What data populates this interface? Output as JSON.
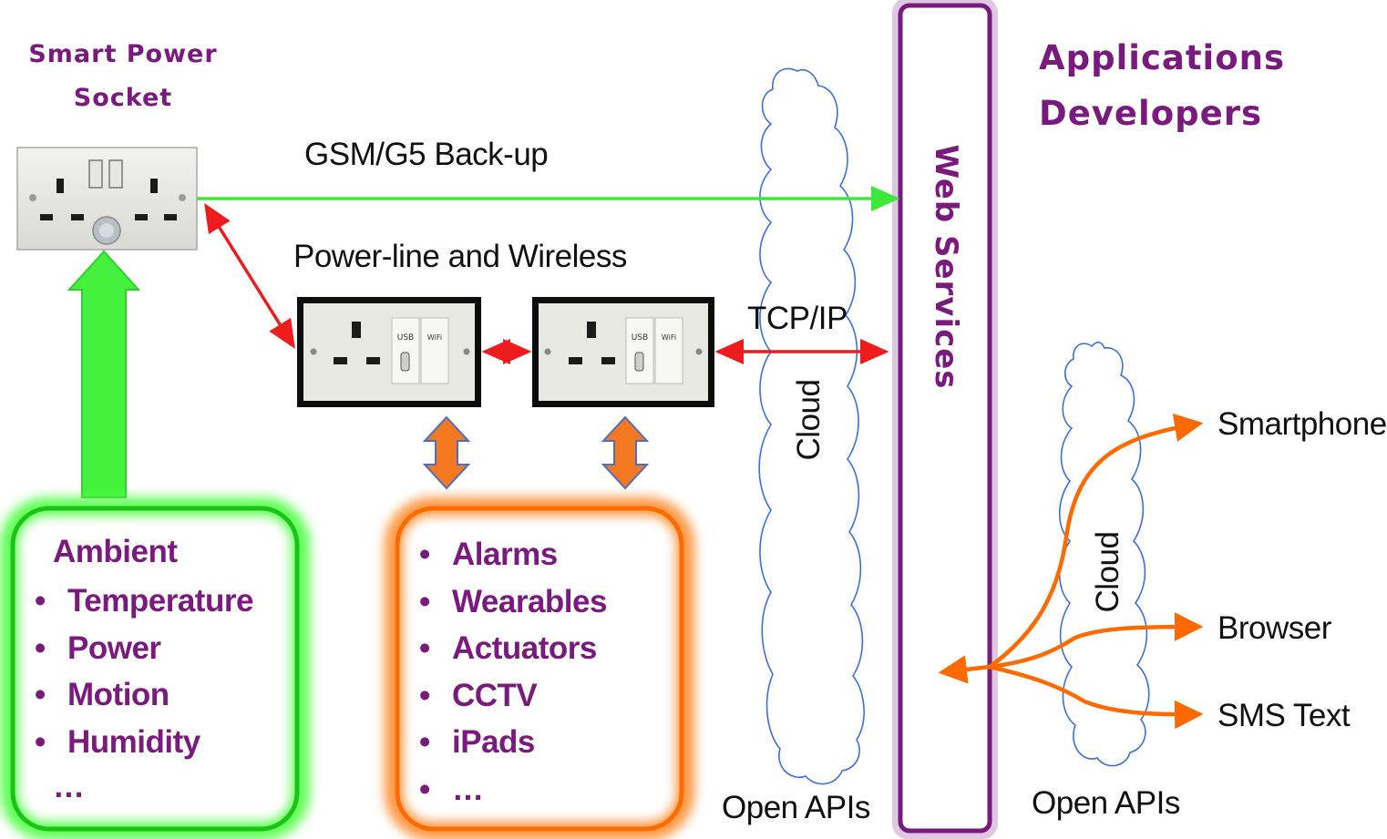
{
  "labels": {
    "smart_socket_line1": "Smart Power",
    "smart_socket_line2": "Socket",
    "app_dev_line1": "Applications",
    "app_dev_line2": "Developers",
    "gsm_backup": "GSM/G5 Back-up",
    "powerline": "Power-line and Wireless",
    "tcpip": "TCP/IP",
    "web_services": "Web Services",
    "cloud_left": "Cloud",
    "cloud_right": "Cloud",
    "open_apis_left": "Open APIs",
    "open_apis_right": "Open APIs",
    "smartphone": "Smartphone",
    "browser": "Browser",
    "sms": "SMS Text"
  },
  "socket_plate": {
    "usb": "USB",
    "wifi": "WiFi"
  },
  "sensors": {
    "heading": "Ambient",
    "items": [
      "Temperature",
      "Power",
      "Motion",
      "Humidity"
    ],
    "ellipsis": "…"
  },
  "devices": {
    "items": [
      "Alarms",
      "Wearables",
      "Actuators",
      "CCTV",
      "iPads",
      "…"
    ]
  },
  "colors": {
    "purple": "#7a1a7e",
    "green": "#3ee83a",
    "red": "#ee1c1c",
    "orange": "#ff6a00",
    "cloud_stroke": "#3b6fe0"
  }
}
